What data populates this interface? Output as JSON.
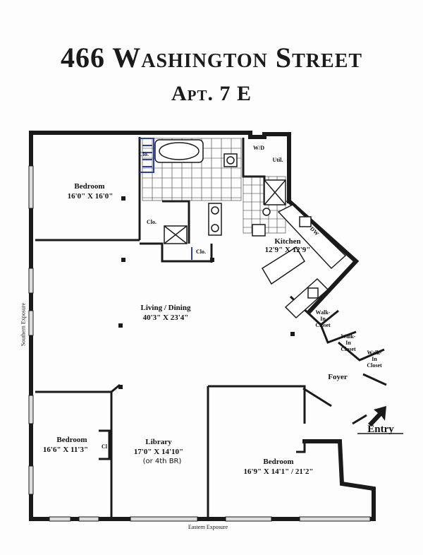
{
  "header": {
    "title": "466 Washington Street",
    "subtitle": "Apt. 7 E"
  },
  "rooms": {
    "bedroom_nw": {
      "name": "Bedroom",
      "size": "16'0\" X 16'0\""
    },
    "living": {
      "name": "Living / Dining",
      "size": "40'3\" X 23'4\""
    },
    "kitchen": {
      "name": "Kitchen",
      "size": "12'9\" X 12'9\""
    },
    "bedroom_sw": {
      "name": "Bedroom",
      "size": "16'6\" X 11'3\""
    },
    "library": {
      "name": "Library",
      "size": "17'0\" X 14'10\"",
      "note": "(or 4th BR)"
    },
    "bedroom_se": {
      "name": "Bedroom",
      "size": "16'9\" X 14'1\" / 21'2\""
    }
  },
  "fixtures": {
    "clo_1": "Clo.",
    "clo_2": "Clo.",
    "clo_3": "Clo.",
    "clo_4": "Cl",
    "wd": "W/D",
    "util": "Util.",
    "dw": "DW",
    "walkin_1": [
      "Walk-",
      "In",
      "Closet"
    ],
    "walkin_2": [
      "Walk-",
      "In",
      "Closet"
    ],
    "walkin_3": [
      "Walk-",
      "In",
      "Closet"
    ],
    "foyer": "Foyer",
    "entry": "Entry"
  },
  "exposures": {
    "south": "Southern Exposure",
    "east": "Eastern Exposure"
  },
  "colors": {
    "wall": "#1a1a1a",
    "closet_accent": "#2a3fb0",
    "window": "#bbbbbb"
  }
}
